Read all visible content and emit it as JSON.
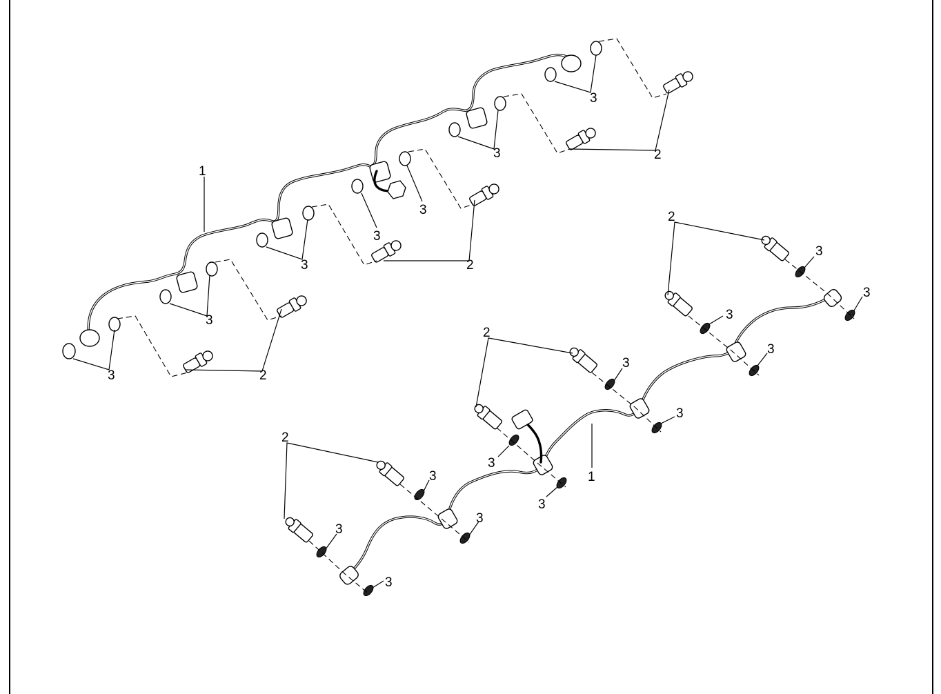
{
  "diagram": {
    "labels": {
      "tube_assembly": "1",
      "banjo_bolt": "2",
      "sealing_washer": "3"
    }
  }
}
